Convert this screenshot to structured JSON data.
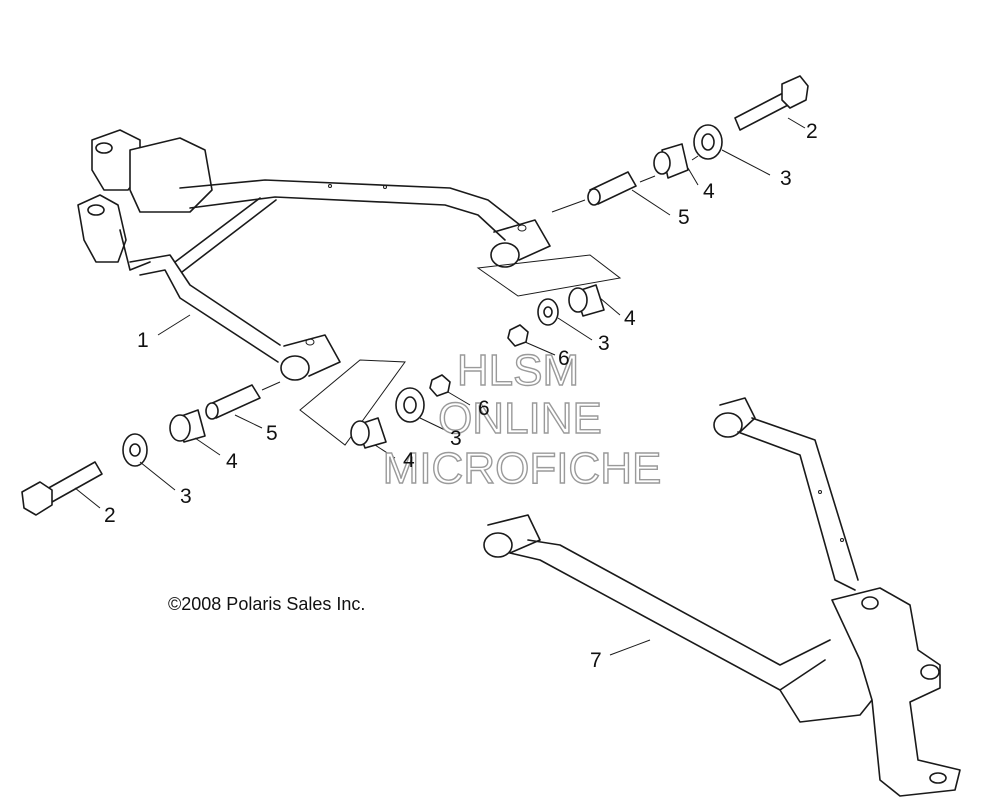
{
  "callouts": [
    "1",
    "2",
    "2",
    "3",
    "3",
    "3",
    "3",
    "4",
    "4",
    "4",
    "4",
    "5",
    "5",
    "6",
    "6",
    "7"
  ],
  "copyright": "©2008 Polaris Sales Inc.",
  "watermark": {
    "line1": "HLSM",
    "line2": "ONLINE",
    "line3": "MICROFICHE"
  }
}
